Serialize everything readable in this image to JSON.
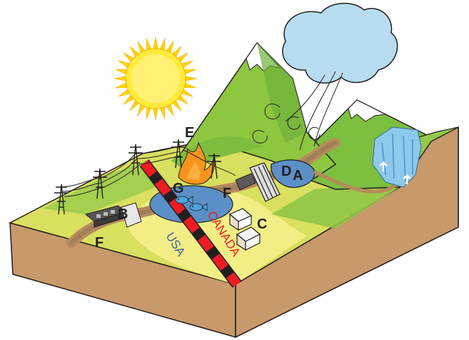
{
  "labels": {
    "A": "A",
    "B": "B",
    "C": "C",
    "D": "D",
    "E": "E",
    "F_left": "F",
    "F_mid": "F",
    "G": "G"
  },
  "countries": {
    "usa": "USA",
    "canada": "CANADA"
  },
  "colors": {
    "sky_white": "#ffffff",
    "grass_light": "#dde36a",
    "grass_green": "#7cc142",
    "mountain_green": "#8dc63f",
    "soil": "#c8996a",
    "soil_dark": "#a8794a",
    "river": "#5b8fc7",
    "cloud": "#b7dcef",
    "sun": "#ffd400",
    "border_red": "#ed1c24",
    "fire": "#f7941d",
    "usa_text": "#3d5fa8",
    "canada_text": "#ed1c24"
  },
  "icons": [
    "sun-icon",
    "cloud-icon",
    "fish-icon",
    "house-icon",
    "power-tower-icon",
    "fire-icon",
    "dam-icon",
    "glacier-icon",
    "wind-swirl-icon"
  ]
}
